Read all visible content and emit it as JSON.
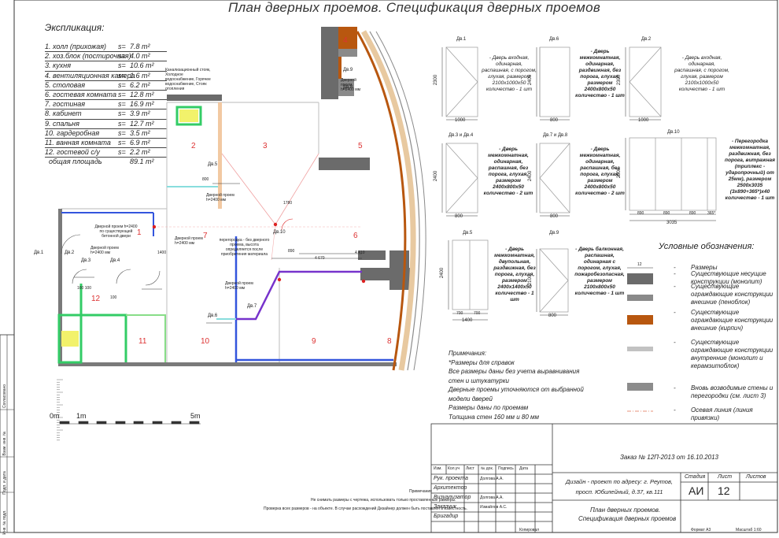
{
  "title": "План дверных проемов. Спецификация дверных проемов",
  "explication": {
    "heading": "Экспликация:",
    "rows": [
      {
        "name": "1. холл (прихожая)",
        "unit": "s=",
        "value": "7.8 m²"
      },
      {
        "name": "2. хоз.блок (постирочная)",
        "unit": "s=",
        "value": "4.0 m²"
      },
      {
        "name": "3. кухня",
        "unit": "s=",
        "value": "10.6 m²"
      },
      {
        "name": "4. вентиляционная камера",
        "unit": "s=",
        "value": "1.6 m²"
      },
      {
        "name": "5. столовая",
        "unit": "s=",
        "value": "6.2 m²"
      },
      {
        "name": "6. гостевая комната",
        "unit": "s=",
        "value": "12.8 m²"
      },
      {
        "name": "7. гостиная",
        "unit": "s=",
        "value": "16.9 m²"
      },
      {
        "name": "8. кабинет",
        "unit": "s=",
        "value": "3.9 m²"
      },
      {
        "name": "9. спальня",
        "unit": "s=",
        "value": "12.7 m²"
      },
      {
        "name": "10. гардеробная",
        "unit": "s=",
        "value": "3.5 m²"
      },
      {
        "name": "11. ванная комната",
        "unit": "s=",
        "value": "6.9 m²"
      },
      {
        "name": "12. гостевой с/у",
        "unit": "s=",
        "value": "2.2 m²"
      }
    ],
    "total_label": "общая площадь",
    "total_value": "89.1 m²"
  },
  "plan": {
    "rooms": [
      "1",
      "2",
      "3",
      "4",
      "5",
      "6",
      "7",
      "8",
      "9",
      "10",
      "11",
      "12"
    ],
    "doors": [
      "Дв.1",
      "Дв.2",
      "Дв.3",
      "Дв.4",
      "Дв.5",
      "Дв.6",
      "Дв.7",
      "Дв.8",
      "Дв.9",
      "Дв.10"
    ],
    "dims": [
      "800",
      "100 100",
      "1400",
      "4 670",
      "4 410",
      "890",
      "1780",
      "100"
    ],
    "annotations": [
      "Дверной проем h=2400 мм",
      "Дверной проем h=2400 по существующей бетонной двери",
      "Дверной проем h=2400 мм",
      "Дверной проем h=2400 мм",
      "перегородка - без дверного проема, высота определяется после приобретения материала",
      "Дверной проем h=2400 мм",
      "Дверной проем h=2400 мм",
      "Канализационный стояк, Холодное водоснабжение, Горячее водоснабжение, Стояк отопления"
    ]
  },
  "scale": {
    "start": "0m",
    "mid": "1m",
    "end": "5m"
  },
  "doors_spec": [
    {
      "id": "Дв.1",
      "text": "- Дверь входная, одинарная, распашная, с порогом, глухая, размером 2100х1000х50 количество - 1 шт",
      "width": "1000",
      "height": "2300"
    },
    {
      "id": "Дв.6",
      "text": "- Дверь межкомнатная, одинарная, раздвижная, без порога, глухая, размером 2400х800х50 количество - 1 шт",
      "width": "800",
      "height": "2400"
    },
    {
      "id": "Дв.2",
      "text": "- Дверь входная, одинарная, распашная, с порогом, глухая, размером 2100х1000х50 количество - 1 шт",
      "width": "1000",
      "height": "2300"
    },
    {
      "id": "Дв.3 и Дв.4",
      "text": "- Дверь межкомнатная, одинарная, распашная, без порога, глухая, размером 2400х800х50 количество - 2 шт",
      "width": "800",
      "height": "2400"
    },
    {
      "id": "Дв.7 и Дв.8",
      "text": "- Дверь межкомнатная, одинарная, распашная, без порога, глухая, размером 2400х800х50 количество - 2 шт",
      "width": "800",
      "height": "2400"
    },
    {
      "id": "Дв.10",
      "text": "- Перегородка межкомнатная, раздвижная, без порога, витражная (триплекс - ударопрочный) от 25мм), размером 2500х3035 (3х890+365*)х40 количество - 1 шт",
      "width": "3035",
      "height": "2500",
      "parts": [
        "890",
        "890",
        "890",
        "365*"
      ]
    },
    {
      "id": "Дв.5",
      "text": "- Дверь межкомнатная, двупольная, раздвижная, без порога, глухая, размером 2400х1400х50 количество - 1 шт",
      "width": "1400",
      "height": "2400",
      "parts": [
        "700",
        "700"
      ]
    },
    {
      "id": "Дв.9",
      "text": "- Дверь балконная, распашная, одинарная с порогом, глухая, пожаробезопасная, размером 2100х800х50 количество - 1 шт",
      "width": "800",
      "height": "2100"
    }
  ],
  "legend": {
    "heading": "Условные обозначения:",
    "items": [
      {
        "text": "Размеры",
        "sample": "12",
        "color": "#ffffff"
      },
      {
        "text": "Существующие несущие конструкции (монолит)",
        "color": "#6b6b6b"
      },
      {
        "text": "Существующие ограждающие конструкции внешние (пеноблок)",
        "color": "#8a8a8a"
      },
      {
        "text": "Существующие ограждающие конструкции внешние (кирпич)",
        "color": "#b8570f"
      },
      {
        "text": "Существующие ограждающие конструкции внутренние (монолит и керамзитоблок)",
        "color": "#c2c2c2"
      },
      {
        "text": "Вновь возводимые стены и перегородки (см. лист 3)",
        "color": "#8c8c8c"
      },
      {
        "text": "Осевая линия (линия привязки)",
        "color": "#e07050"
      }
    ]
  },
  "notes": {
    "heading": "Примечания:",
    "lines": [
      "*Размеры для справок",
      "Все размеры даны без учета выравнивания",
      "стен и штукатурки",
      "Дверные проемы уточняются от выбранной",
      "модели дверей",
      "Размеры даны по проемам",
      "Толщина стен 160 мм и 80 мм"
    ]
  },
  "title_block": {
    "order": "Заказ № 12П-2013 от 16.10.2013",
    "project": "Дизайн - проект по адресу: г. Реутов, просп. Юбилейный, д.37, кв.111",
    "sheet_name_1": "План дверных проемов.",
    "sheet_name_2": "Спецификация дверных проемов",
    "stage_label": "Стадия",
    "sheet_label": "Лист",
    "sheets_label": "Листов",
    "stage": "АИ",
    "sheet": "12",
    "headers": [
      "Изм.",
      "Кол.уч",
      "Лист",
      "№ док.",
      "Подпись",
      "Дата"
    ],
    "roles": [
      "Рук. проекта",
      "Архитектор",
      "Визуализатор",
      "Заказчик",
      "Бригадир"
    ],
    "names": [
      "Долгова А.А.",
      "",
      "Долгова А.А.",
      "Измайлов А.С.",
      ""
    ],
    "note_title": "Примечания",
    "note_1": "Не снимать размеры с чертежа, использовать только проставленные размеры.",
    "note_2": "Проверка всех размеров - на объекте. В случае расхождений Дизайнер должен быть поставлен в известность.",
    "bottom_left": "Копировал",
    "bottom_mid": "Формат А3",
    "bottom_right": "Масштаб 1:60",
    "side_labels": [
      "Согласовано",
      "Взам. инв. №",
      "Подп. и дата",
      "Инв. № подл."
    ]
  }
}
